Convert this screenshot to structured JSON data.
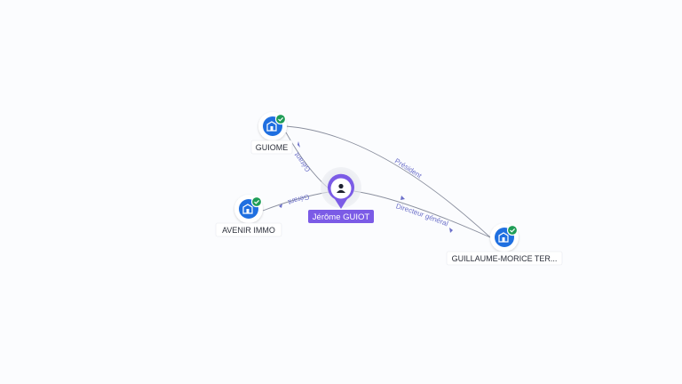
{
  "colors": {
    "background": "#fbfcfe",
    "edge": "#8a8f9e",
    "edge_label": "#6b6fc9",
    "company_icon": "#1f6fe0",
    "verified_badge": "#1f9d57",
    "person_accent": "#7b5be6"
  },
  "nodes": [
    {
      "id": "person",
      "kind": "person",
      "label": "Jérôme GUIOT",
      "icon": "user-icon"
    },
    {
      "id": "guiome",
      "kind": "company",
      "label": "GUIOME",
      "icon": "building-icon",
      "verified": true
    },
    {
      "id": "avenir",
      "kind": "company",
      "label": "AVENIR IMMO",
      "icon": "building-icon",
      "verified": true
    },
    {
      "id": "guillaume",
      "kind": "company",
      "label": "GUILLAUME-MORICE TER...",
      "icon": "building-icon",
      "verified": true
    }
  ],
  "edges": [
    {
      "from": "person",
      "to": "guiome",
      "label": "Gérant"
    },
    {
      "from": "person",
      "to": "avenir",
      "label": "Gérant"
    },
    {
      "from": "person",
      "to": "guillaume",
      "label": "Directeur général"
    },
    {
      "from": "guiome",
      "to": "guillaume",
      "label": "Président"
    }
  ]
}
